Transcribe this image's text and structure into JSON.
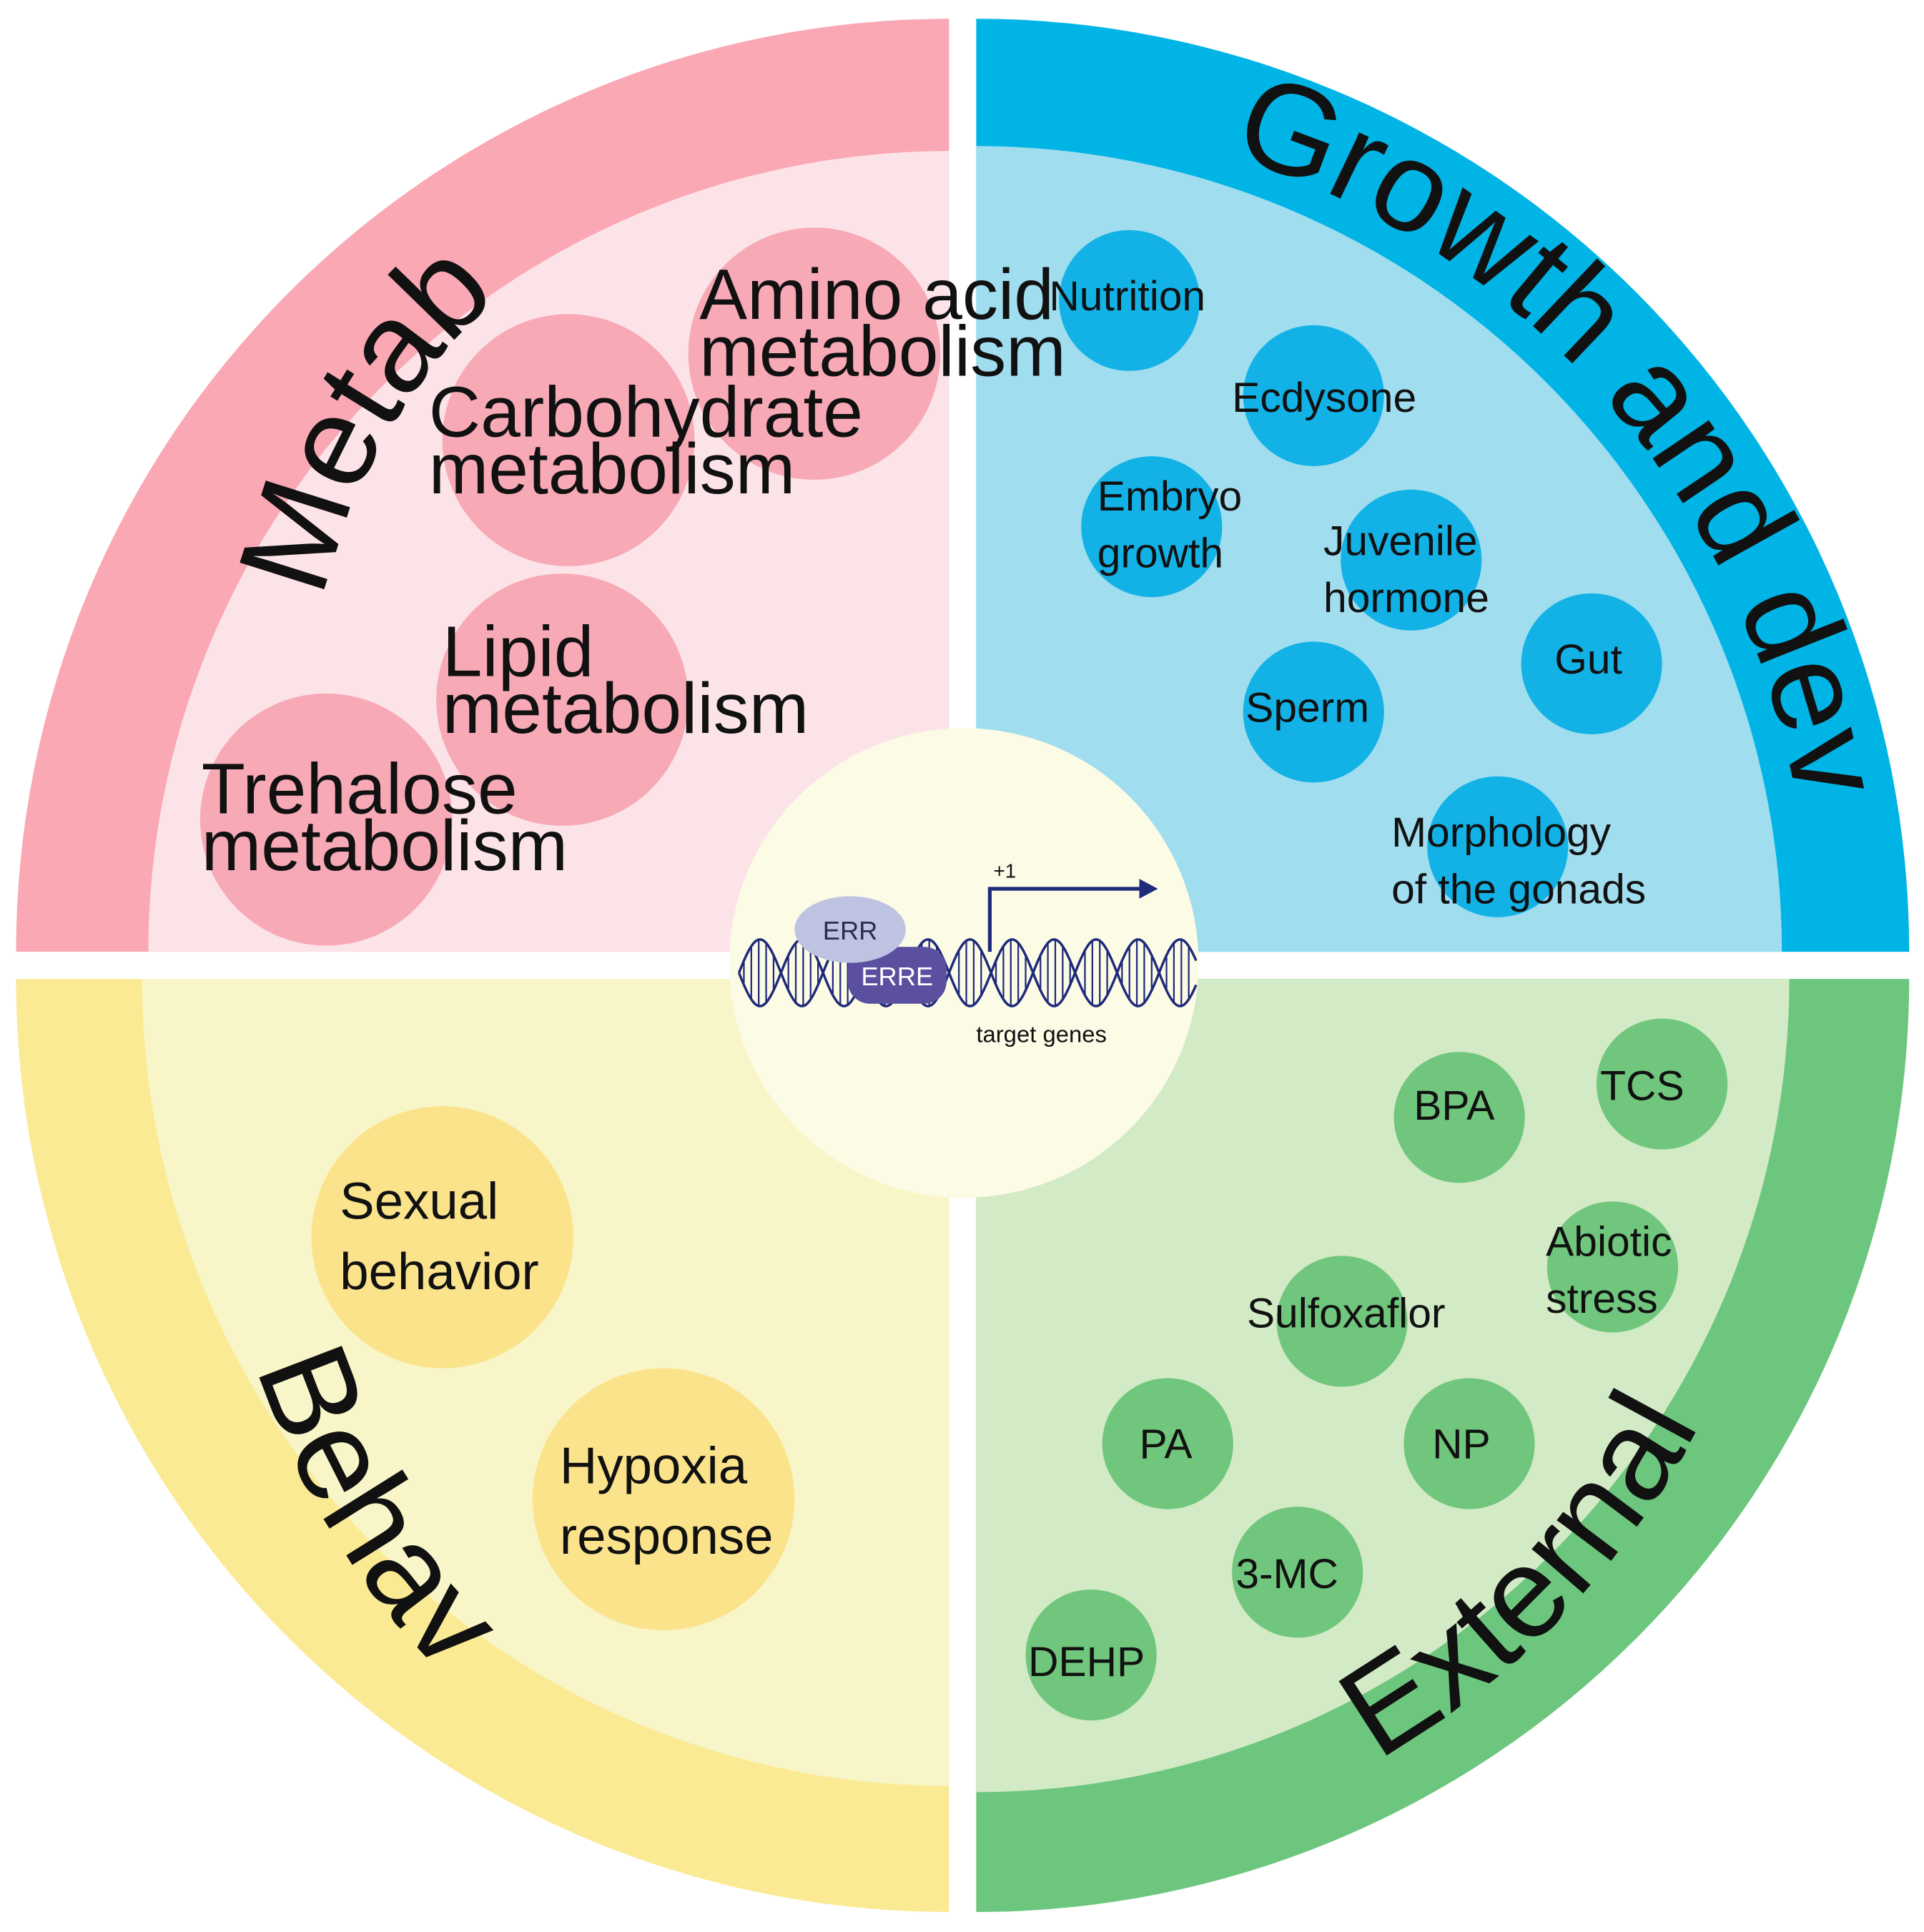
{
  "quadrants": {
    "metabolism": {
      "title": "Metabolism",
      "outer_color": "#F9A8B4",
      "inner_color": "#FCE3E8",
      "bubble_color": "#F7A9B6",
      "bubbles": [
        {
          "lines": [
            "Amino acid",
            "metabolism"
          ]
        },
        {
          "lines": [
            "Carbohydrate",
            "metabolism"
          ]
        },
        {
          "lines": [
            "Lipid",
            "metabolism"
          ]
        },
        {
          "lines": [
            "Trehalose",
            "metabolism"
          ]
        }
      ]
    },
    "growth": {
      "title": "Growth and development",
      "outer_color": "#00B4E6",
      "inner_color": "#A0DDEE",
      "bubble_color": "#13B2E6",
      "bubbles": [
        {
          "lines": [
            "Nutrition"
          ]
        },
        {
          "lines": [
            "Ecdysone"
          ]
        },
        {
          "lines": [
            "Embryo",
            "growth"
          ]
        },
        {
          "lines": [
            "Juvenile",
            "hormone"
          ]
        },
        {
          "lines": [
            "Gut"
          ]
        },
        {
          "lines": [
            "Sperm"
          ]
        },
        {
          "lines": [
            "Morphology",
            "of the gonads"
          ]
        }
      ]
    },
    "behavior": {
      "title": "Behavior",
      "outer_color": "#FBEA94",
      "inner_color": "#F8F6C8",
      "bubble_color": "#FBE38C",
      "bubbles": [
        {
          "lines": [
            "Sexual",
            "behavior"
          ]
        },
        {
          "lines": [
            "Hypoxia",
            "response"
          ]
        }
      ]
    },
    "external": {
      "title": "External factor",
      "outer_color": "#6DC67D",
      "inner_color": "#D2EAC5",
      "bubble_color": "#70C67C",
      "bubbles": [
        {
          "lines": [
            "BPA"
          ]
        },
        {
          "lines": [
            "TCS"
          ]
        },
        {
          "lines": [
            "Abiotic",
            "stress"
          ]
        },
        {
          "lines": [
            "Sulfoxaflor"
          ]
        },
        {
          "lines": [
            "PA"
          ]
        },
        {
          "lines": [
            "NP"
          ]
        },
        {
          "lines": [
            "3-MC"
          ]
        },
        {
          "lines": [
            "DEHP"
          ]
        }
      ]
    }
  },
  "center": {
    "background_color": "#FCFBE6",
    "err_label": "ERR",
    "erre_label": "ERRE",
    "tss_label": "+1",
    "target_label": "target genes",
    "err_color": "#BFC3E2",
    "erre_color": "#5B4FA0",
    "dna_color": "#1E2A7A"
  }
}
